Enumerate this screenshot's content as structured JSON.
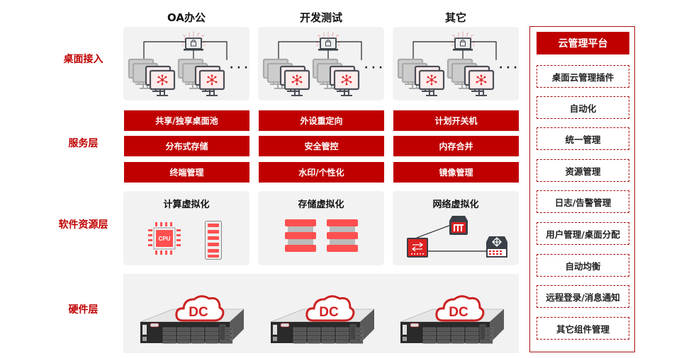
{
  "columns": [
    "OA办公",
    "开发测试",
    "其它"
  ],
  "layers": {
    "desktop_access": "桌面接入",
    "service": "服务层",
    "software_resource": "软件资源层",
    "hardware": "硬件层"
  },
  "services": [
    [
      "共享/独享桌面池",
      "分布式存储",
      "终端管理"
    ],
    [
      "外设重定向",
      "安全管控",
      "水印/个性化"
    ],
    [
      "计划开关机",
      "内存合并",
      "镜像管理"
    ]
  ],
  "resources": {
    "compute": "计算虚拟化",
    "storage": "存储虚拟化",
    "network": "网络虚拟化",
    "cpu_label": "CPU"
  },
  "hardware": {
    "dc_label": "DC"
  },
  "ellipsis": "· · ·",
  "sidebar": {
    "title": "云管理平台",
    "items": [
      "桌面云管理插件",
      "自动化",
      "统一管理",
      "资源管理",
      "日志/告警管理",
      "用户管理/桌面分配",
      "自动均衡",
      "远程登录/消息通知",
      "其它组件管理"
    ]
  },
  "colors": {
    "accent": "#c00000",
    "icon_red": "#ff5050",
    "panel_bg": "#f2f2f2"
  }
}
